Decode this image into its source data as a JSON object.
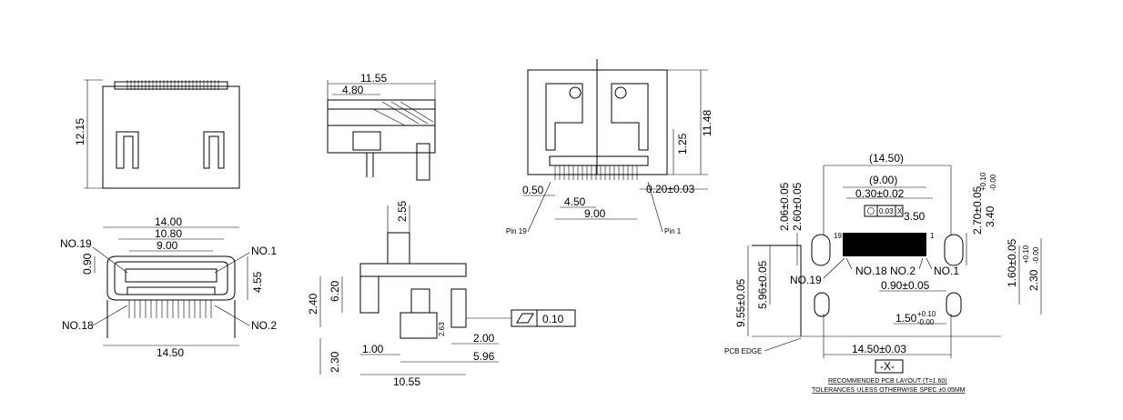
{
  "front_view": {
    "height_dim": "12.15"
  },
  "side_view": {
    "width_dim": "11.55",
    "inner_dim": "4.80"
  },
  "rear_view": {
    "height_dim": "11.48",
    "inner_height_dim": "1.25",
    "pin_pitch_dim": "0.50",
    "half_span_dim": "4.50",
    "span_dim": "9.00",
    "pin_width_dim": "0.20±0.03",
    "pin19_label": "Pin 19",
    "pin1_label": "Pin 1"
  },
  "bottom_front_view": {
    "outer_top_dim": "14.00",
    "mid_dim": "10.80",
    "inner_dim": "9.00",
    "left_height_dim": "0.90",
    "right_height_dim": "4.55",
    "bottom_dim": "14.50",
    "no19": "NO.19",
    "no1": "NO.1",
    "no18": "NO.18",
    "no2": "NO.2"
  },
  "section_view": {
    "top_dim": "2.55",
    "left_dim_1": "6.20",
    "left_dim_2": "2.40",
    "left_dim_3": "2.30",
    "inner_dim": "2.63",
    "bottom_left_dim": "1.00",
    "right_dim_1": "2.00",
    "right_dim_2": "5.96",
    "bottom_dim": "10.55",
    "flatness_value": "0.10"
  },
  "pcb_layout": {
    "overall_dim": "(14.50)",
    "pad_span_dim": "(9.00)",
    "pitch_dim": "0.30±0.02",
    "position_tol": "0.03",
    "datum_ref": "X",
    "pad_length_dim": "3.50",
    "left_dim_1": "2.06±0.05",
    "left_dim_2": "2.60±0.05",
    "right_dim_1": "2.70±0.05",
    "right_dim_2": "3.40",
    "right_dim_2_tol_upper": "+0.10",
    "right_dim_2_tol_lower": "-0.00",
    "outer_height_dim": "9.55±0.05",
    "inner_height_dim": "5.96±0.05",
    "slot_height_dim": "1.60±0.05",
    "slot_width_dim": "2.30",
    "slot_width_tol_upper": "+0.10",
    "slot_width_tol_lower": "-0.00",
    "hole_dim": "0.90±0.05",
    "slot_length_dim": "1.50",
    "slot_length_tol_upper": "+0.10",
    "slot_length_tol_lower": "-0.00",
    "bottom_dim": "14.50±0.03",
    "pin19_mark": "19",
    "pin1_mark": "1",
    "no19": "NO.19",
    "no18": "NO.18",
    "no2": "NO.2",
    "no1": "NO.1",
    "pcb_edge": "PCB EDGE",
    "datum_box": "-X-",
    "note_1": "RECOMMENDED PCB LAYOUT (T=1.60)",
    "note_2": "TOLERANCES ULESS OTHERWISE SPEC.±0.05MM"
  }
}
